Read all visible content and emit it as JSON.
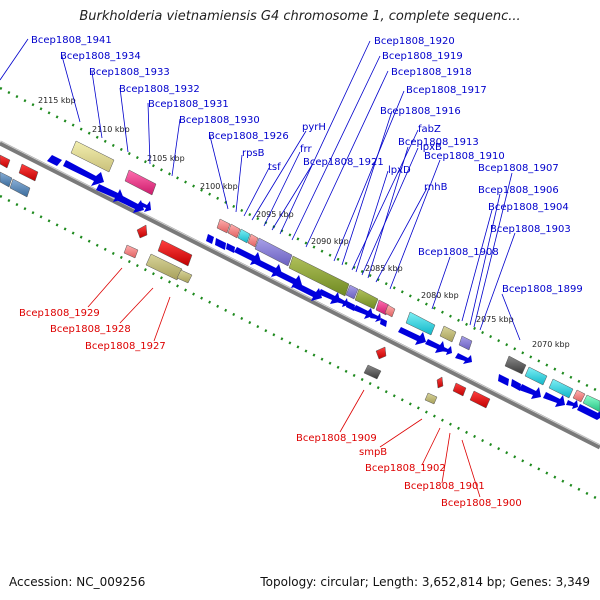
{
  "title": "Burkholderia vietnamiensis G4 chromosome 1, complete sequenc...",
  "footer": {
    "accession": "Accession: NC_009256",
    "topology": "Topology: circular; Length: 3,652,814 bp; Genes: 3,349"
  },
  "colors": {
    "background": "#ffffff",
    "backbone": "#7a7a7a",
    "tick": "#1e8a1e",
    "arrow": "#0000dd",
    "forward_label": "#0000cc",
    "reverse_label": "#dd0000",
    "kbp_label": "#222222"
  },
  "kbp_scale": [
    "2115 kbp",
    "2110 kbp",
    "2105 kbp",
    "2100 kbp",
    "2095 kbp",
    "2090 kbp",
    "2085 kbp",
    "2080 kbp",
    "2075 kbp",
    "2070 kbp"
  ],
  "forward_genes": [
    "Bcep1808_1941",
    "Bcep1808_1934",
    "Bcep1808_1933",
    "Bcep1808_1932",
    "Bcep1808_1931",
    "Bcep1808_1930",
    "Bcep1808_1926",
    "rpsB",
    "tsf",
    "pyrH",
    "frr",
    "Bcep1808_1921",
    "Bcep1808_1920",
    "Bcep1808_1919",
    "Bcep1808_1918",
    "Bcep1808_1917",
    "Bcep1808_1916",
    "fabZ",
    "lpxD",
    "lpxB",
    "Bcep1808_1913",
    "rnhB",
    "Bcep1808_1910",
    "Bcep1808_1908",
    "Bcep1808_1907",
    "Bcep1808_1906",
    "Bcep1808_1904",
    "Bcep1808_1903",
    "Bcep1808_1899"
  ],
  "reverse_genes": [
    "Bcep1808_1929",
    "Bcep1808_1928",
    "Bcep1808_1927",
    "Bcep1808_1909",
    "smpB",
    "Bcep1808_1902",
    "Bcep1808_1901",
    "Bcep1808_1900"
  ]
}
